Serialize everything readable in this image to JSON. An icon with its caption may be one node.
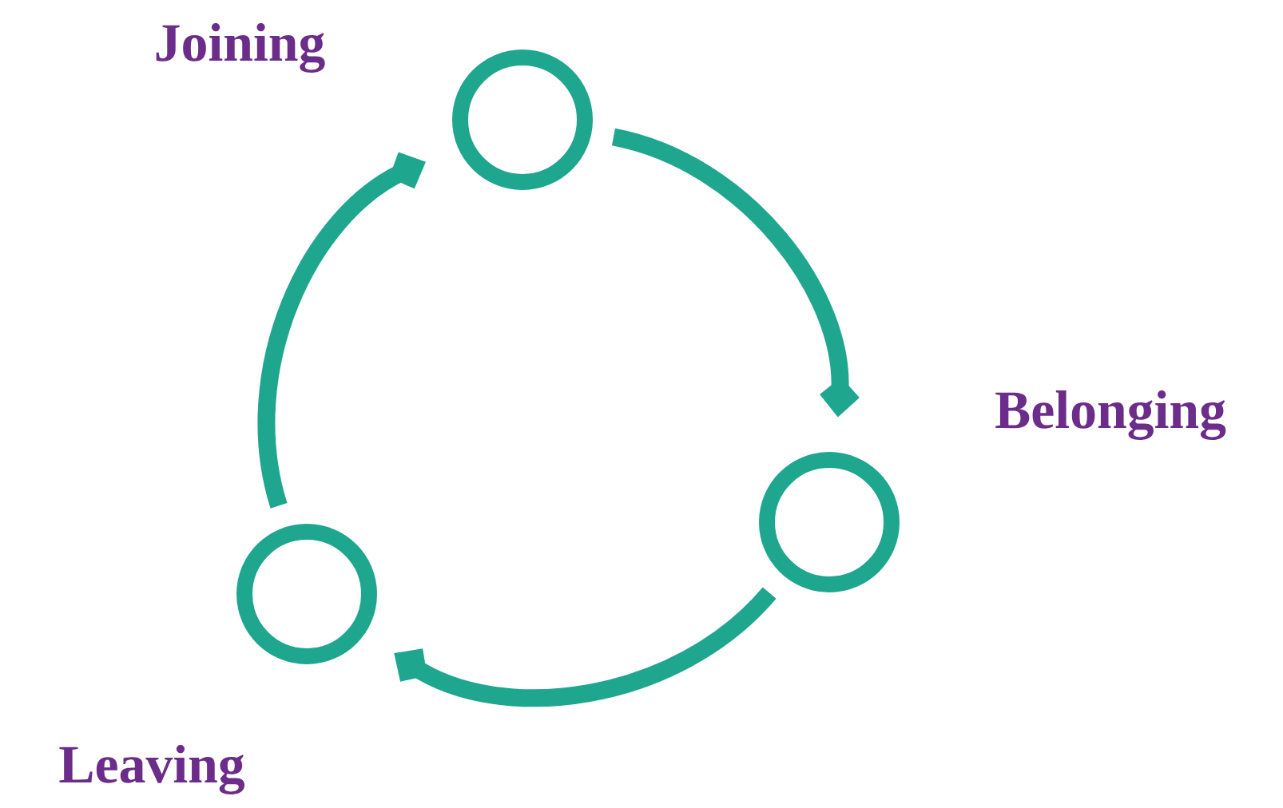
{
  "diagram": {
    "nodes": [
      {
        "text": [],
        "shape": "circle",
        "beside": [
          "Joining"
        ]
      },
      {
        "text": [],
        "shape": "circle",
        "beside": [
          "Belonging"
        ]
      },
      {
        "text": [],
        "shape": "circle",
        "beside": [
          "Leaving"
        ]
      }
    ],
    "edges": [
      {
        "from": 0,
        "to": 1,
        "arrow": "to"
      },
      {
        "from": 1,
        "to": 2,
        "arrow": "to"
      },
      {
        "from": 2,
        "to": 0,
        "arrow": "to"
      }
    ]
  }
}
